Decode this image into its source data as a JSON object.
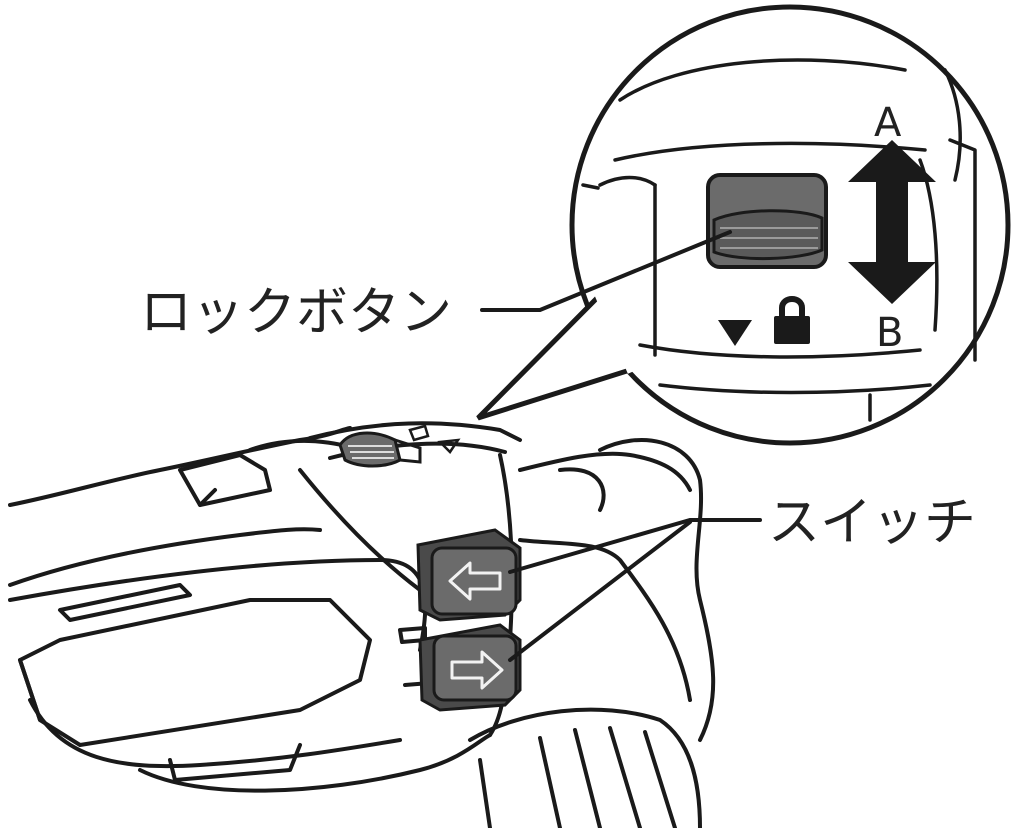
{
  "labels": {
    "lock_button": "ロックボタン",
    "switch": "スイッチ",
    "direction_a": "A",
    "direction_b": "B"
  },
  "colors": {
    "line": "#1a1a1a",
    "button_fill": "#6b6b6b",
    "button_dark": "#4a4a4a",
    "background": "#ffffff"
  },
  "icons": {
    "indicator": "triangle-down-icon",
    "lock": "padlock-icon",
    "left_arrow": "arrow-left-icon",
    "right_arrow": "arrow-right-icon",
    "double_arrow": "double-arrow-vertical-icon"
  }
}
